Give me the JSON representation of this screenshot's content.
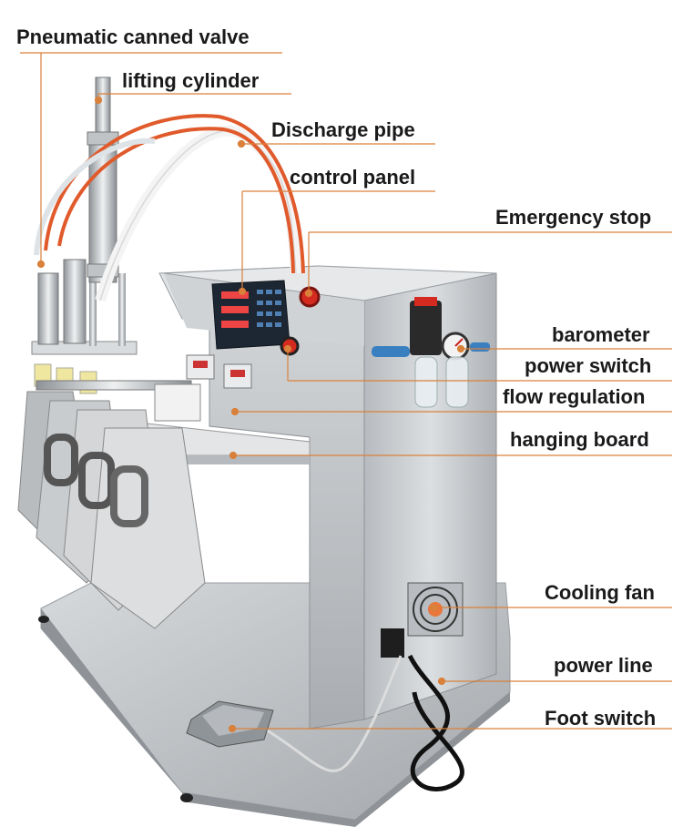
{
  "labels": {
    "pneumatic_canned_valve": "Pneumatic canned valve",
    "lifting_cylinder": "lifting cylinder",
    "discharge_pipe": "Discharge pipe",
    "control_panel": "control panel",
    "emergency_stop": "Emergency stop",
    "barometer": "barometer",
    "power_switch": "power switch",
    "flow_regulation": "flow regulation",
    "hanging_board": "hanging board",
    "cooling_fan": "Cooling fan",
    "power_line": "power line",
    "foot_switch": "Foot switch"
  },
  "colors": {
    "leader_line": "#d9803a",
    "steel": "#c9cccf",
    "steel_dark": "#9ea3a8",
    "hose_orange": "#e05a2b",
    "bag": "#cfd2d4",
    "panel": "#1d2733",
    "button_red": "#d42a1f"
  }
}
